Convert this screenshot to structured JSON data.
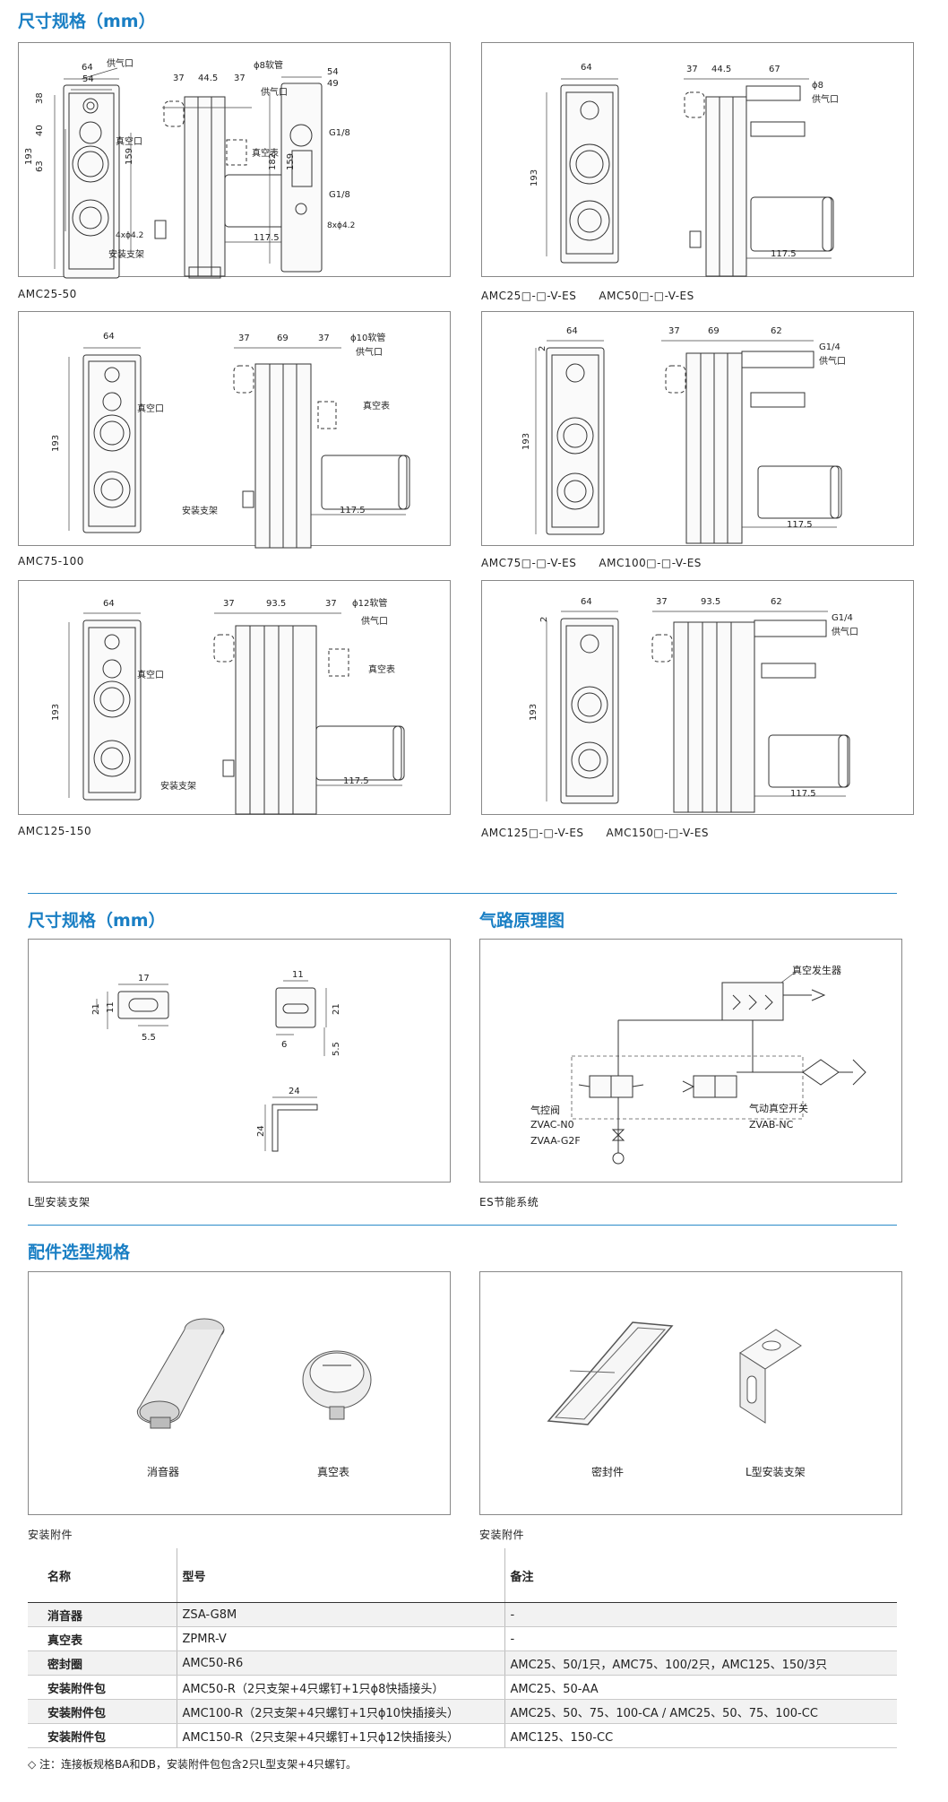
{
  "sections": {
    "dims_title_1": "尺寸规格（mm）",
    "dims_title_2": "尺寸规格（mm）",
    "air_title": "气路原理图",
    "acc_title": "配件选型规格"
  },
  "captions": {
    "p1": "AMC25-50",
    "p2": "AMC25□-□-V-ES　　AMC50□-□-V-ES",
    "p3": "AMC75-100",
    "p4": "AMC75□-□-V-ES　　AMC100□-□-V-ES",
    "p5": "AMC125-150",
    "p6": "AMC125□-□-V-ES　　AMC150□-□-V-ES",
    "bracket": "L型安装支架",
    "es": "ES节能系统",
    "acc_left": "安装附件",
    "acc_right": "安装附件"
  },
  "drawing_labels": {
    "d64": "64",
    "d54": "54",
    "d49": "49",
    "d37": "37",
    "d445": "44.5",
    "d67": "67",
    "d69": "69",
    "d62": "62",
    "d935": "93.5",
    "d193": "193",
    "d159": "159",
    "d182": "182",
    "d38": "38",
    "d40": "40",
    "d63": "63",
    "d1175": "117.5",
    "d2": "2",
    "supply": "供气口",
    "vacuum_port": "真空口",
    "vacuum_gauge": "真空表",
    "bracket_label": "安装支架",
    "tube8": "ϕ8软管",
    "tube10": "ϕ10软管",
    "tube12": "ϕ12软管",
    "phi8": "ϕ8",
    "g18": "G1/8",
    "g14": "G1/4",
    "holes4": "4xϕ4.2",
    "holes8": "8xϕ4.2"
  },
  "bracket_dims": {
    "d17": "17",
    "d21": "21",
    "d11": "11",
    "d55": "5.5",
    "d6": "6",
    "d24": "24"
  },
  "pneumatic": {
    "generator": "真空发生器",
    "pilot_valve": "气控阀",
    "pilot_model_1": "ZVAC-N0",
    "pilot_model_2": "ZVAA-G2F",
    "switch": "气动真空开关",
    "switch_model": "ZVAB-NC"
  },
  "accessories": {
    "silencer": "消音器",
    "gauge": "真空表",
    "seal": "密封件",
    "lbracket": "L型安装支架"
  },
  "table": {
    "headers": {
      "name": "名称",
      "model": "型号",
      "remark": "备注"
    },
    "rows": [
      {
        "name": "消音器",
        "model": "ZSA-G8M",
        "remark": "-"
      },
      {
        "name": "真空表",
        "model": "ZPMR-V",
        "remark": "-"
      },
      {
        "name": "密封圈",
        "model": "AMC50-R6",
        "remark": "AMC25、50/1只，AMC75、100/2只，AMC125、150/3只"
      },
      {
        "name": "安装附件包",
        "model": "AMC50-R（2只支架+4只螺钉+1只ϕ8快插接头）",
        "remark": "AMC25、50-AA"
      },
      {
        "name": "安装附件包",
        "model": "AMC100-R（2只支架+4只螺钉+1只ϕ10快插接头）",
        "remark": "AMC25、50、75、100-CA / AMC25、50、75、100-CC"
      },
      {
        "name": "安装附件包",
        "model": "AMC150-R（2只支架+4只螺钉+1只ϕ12快插接头）",
        "remark": "AMC125、150-CC"
      }
    ]
  },
  "note": "◇ 注：连接板规格BA和DB，安装附件包包含2只L型支架+4只螺钉。",
  "colors": {
    "accent": "#1a7fc4",
    "rule": "#2a8bc9"
  }
}
